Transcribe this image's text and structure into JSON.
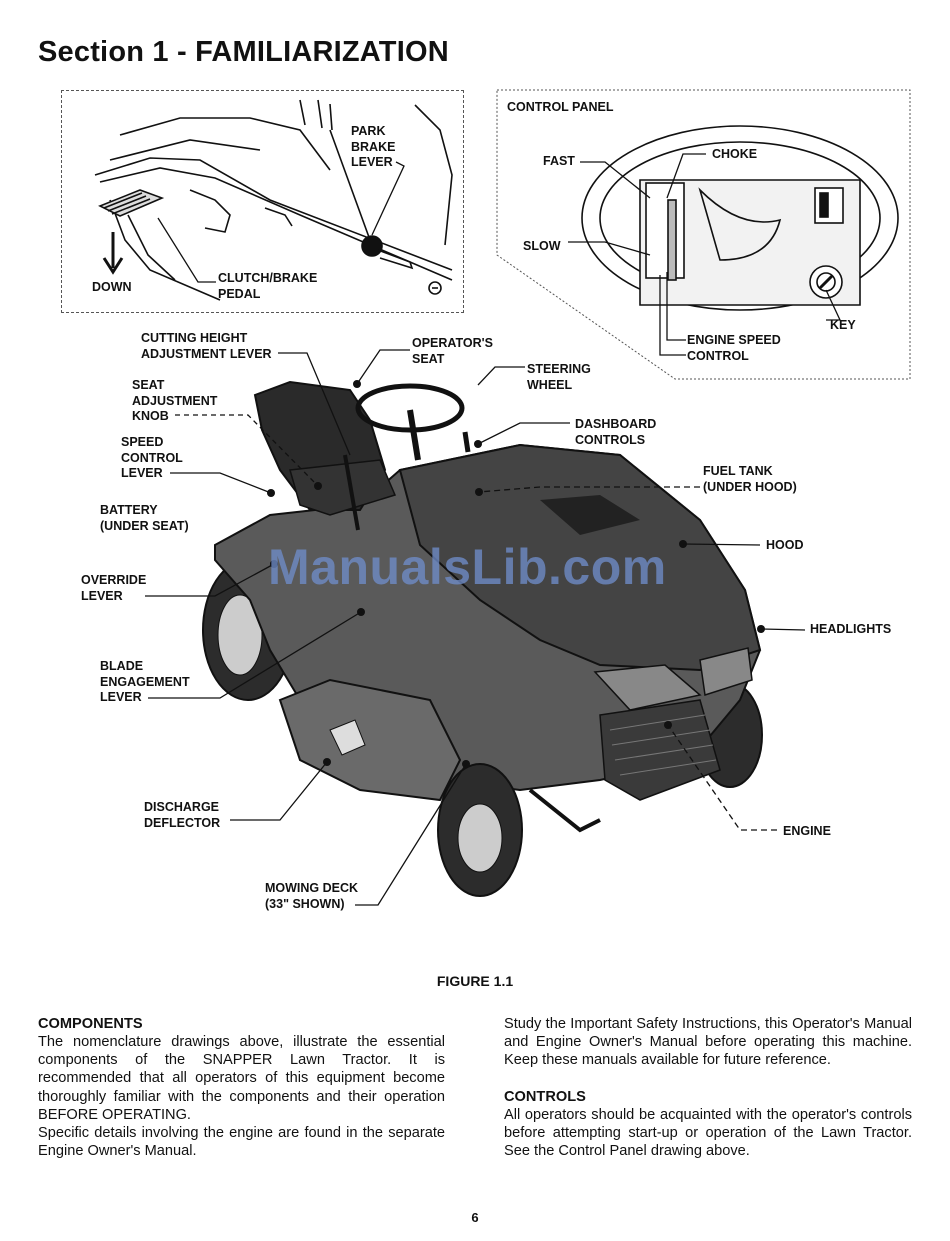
{
  "section_title": "Section 1 - FAMILIARIZATION",
  "inset_left": {
    "park_brake": "PARK\nBRAKE\nLEVER",
    "clutch_brake": "CLUTCH/BRAKE\nPEDAL",
    "down": "DOWN"
  },
  "inset_right": {
    "control_panel": "CONTROL PANEL",
    "fast": "FAST",
    "choke": "CHOKE",
    "slow": "SLOW",
    "key": "KEY",
    "engine_speed": "ENGINE SPEED\nCONTROL"
  },
  "callouts": {
    "cutting_height": "CUTTING HEIGHT\nADJUSTMENT LEVER",
    "operators_seat": "OPERATOR'S\nSEAT",
    "steering_wheel": "STEERING\nWHEEL",
    "seat_adjust": "SEAT\nADJUSTMENT\nKNOB",
    "dashboard": "DASHBOARD\nCONTROLS",
    "speed_control": "SPEED\nCONTROL\nLEVER",
    "fuel_tank": "FUEL TANK\n(UNDER HOOD)",
    "battery": "BATTERY\n(UNDER SEAT)",
    "hood": "HOOD",
    "override": "OVERRIDE\nLEVER",
    "headlights": "HEADLIGHTS",
    "blade": "BLADE\nENGAGEMENT\nLEVER",
    "discharge": "DISCHARGE\nDEFLECTOR",
    "engine": "ENGINE",
    "mowing_deck": "MOWING DECK\n(33\" SHOWN)"
  },
  "watermark": "ManualsLib.com",
  "figure_caption": "FIGURE 1.1",
  "components": {
    "heading": "COMPONENTS",
    "p1": "The nomenclature drawings above, illustrate the essential components of the SNAPPER Lawn Tractor. It is recommended that all operators of this equipment become thoroughly familiar with the components and their operation BEFORE OPERATING.",
    "p2": "Specific details involving the engine are found in the separate Engine Owner's Manual."
  },
  "right_col": {
    "p1": "Study the Important Safety Instructions, this Operator's Manual and Engine Owner's Manual before operating this machine. Keep these manuals available for future reference.",
    "heading": "CONTROLS",
    "p2": "All operators should be acquainted with the operator's controls before attempting start-up or operation of the Lawn Tractor. See the Control Panel drawing above."
  },
  "page_number": "6"
}
